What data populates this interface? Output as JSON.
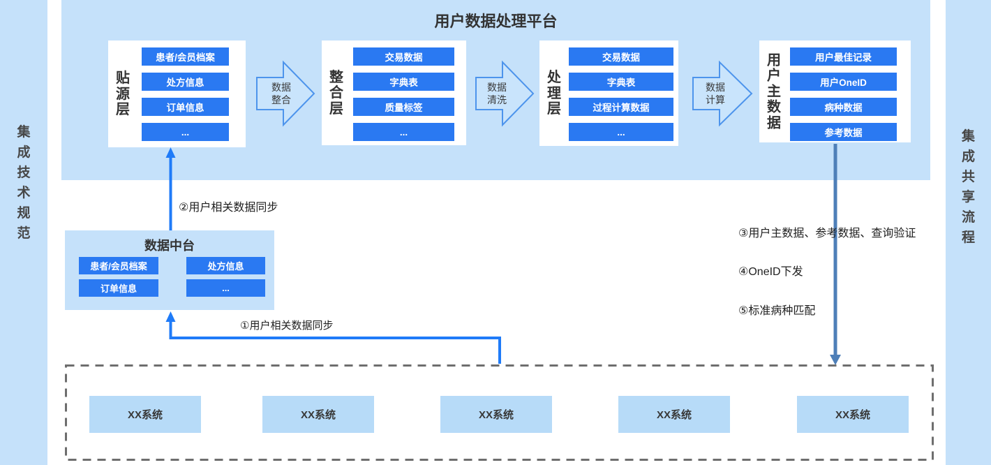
{
  "platform_title": "用户数据处理平台",
  "sidebars": {
    "left": "集成技术规范",
    "right": "集成共享流程"
  },
  "layers": [
    {
      "label": "贴源层",
      "items": [
        "患者/会员档案",
        "处方信息",
        "订单信息",
        "..."
      ]
    },
    {
      "label": "整合层",
      "items": [
        "交易数据",
        "字典表",
        "质量标签",
        "..."
      ]
    },
    {
      "label": "处理层",
      "items": [
        "交易数据",
        "字典表",
        "过程计算数据",
        "..."
      ]
    },
    {
      "label": "用户主数据",
      "items": [
        "用户最佳记录",
        "用户OneID",
        "病种数据",
        "参考数据"
      ]
    }
  ],
  "flow_arrows": [
    {
      "line1": "数据",
      "line2": "整合"
    },
    {
      "line1": "数据",
      "line2": "清洗"
    },
    {
      "line1": "数据",
      "line2": "计算"
    }
  ],
  "middle_platform": {
    "title": "数据中台",
    "items": [
      "患者/会员档案",
      "处方信息",
      "订单信息",
      "..."
    ]
  },
  "annotations": {
    "step1": "①用户相关数据同步",
    "step2": "②用户相关数据同步",
    "step3": "③用户主数据、参考数据、查询验证",
    "step4": "④OneID下发",
    "step5": "⑤标准病种匹配"
  },
  "systems": [
    "XX系统",
    "XX系统",
    "XX系统",
    "XX系统",
    "XX系统"
  ],
  "colors": {
    "light_blue": "#c5e1fa",
    "button_blue": "#2a79f2",
    "line_blue": "#1f7bf8",
    "steel_blue": "#4e7fb8",
    "arrow_border": "#4d94ec",
    "arrow_fill": "#c9e4fc",
    "dash_gray": "#6e6e6e",
    "system_box": "#b7dbf8"
  }
}
